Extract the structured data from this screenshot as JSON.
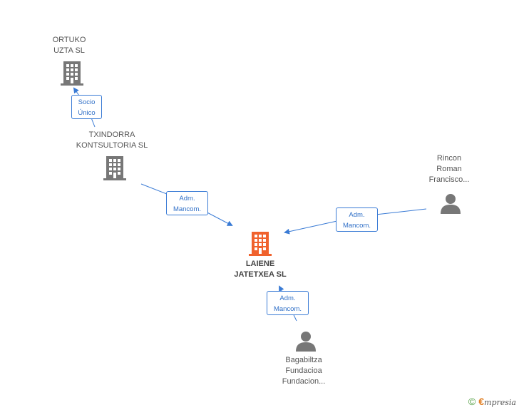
{
  "nodes": {
    "ortuko": {
      "line1": "ORTUKO",
      "line2": "UZTA SL"
    },
    "txindorra": {
      "line1": "TXINDORRA",
      "line2": "KONTSULTORIA SL"
    },
    "rincon": {
      "line1": "Rincon",
      "line2": "Roman",
      "line3": "Francisco..."
    },
    "laiene": {
      "line1": "LAIENE",
      "line2": "JATETXEA SL"
    },
    "bagabiltza": {
      "line1": "Bagabiltza",
      "line2": "Fundacioa",
      "line3": "Fundacion..."
    }
  },
  "relations": {
    "socio": {
      "line1": "Socio",
      "line2": "Único"
    },
    "adm_txindorra": {
      "line1": "Adm.",
      "line2": "Mancom."
    },
    "adm_rincon": {
      "line1": "Adm.",
      "line2": "Mancom."
    },
    "adm_bagabiltza": {
      "line1": "Adm.",
      "line2": "Mancom."
    }
  },
  "footer": {
    "copyright": "©",
    "brand_e": "€",
    "brand_rest": "mpresia"
  },
  "colors": {
    "edge": "#3a7bd5",
    "company_icon": "#777777",
    "main_icon": "#f0622d",
    "person_icon": "#777777"
  }
}
